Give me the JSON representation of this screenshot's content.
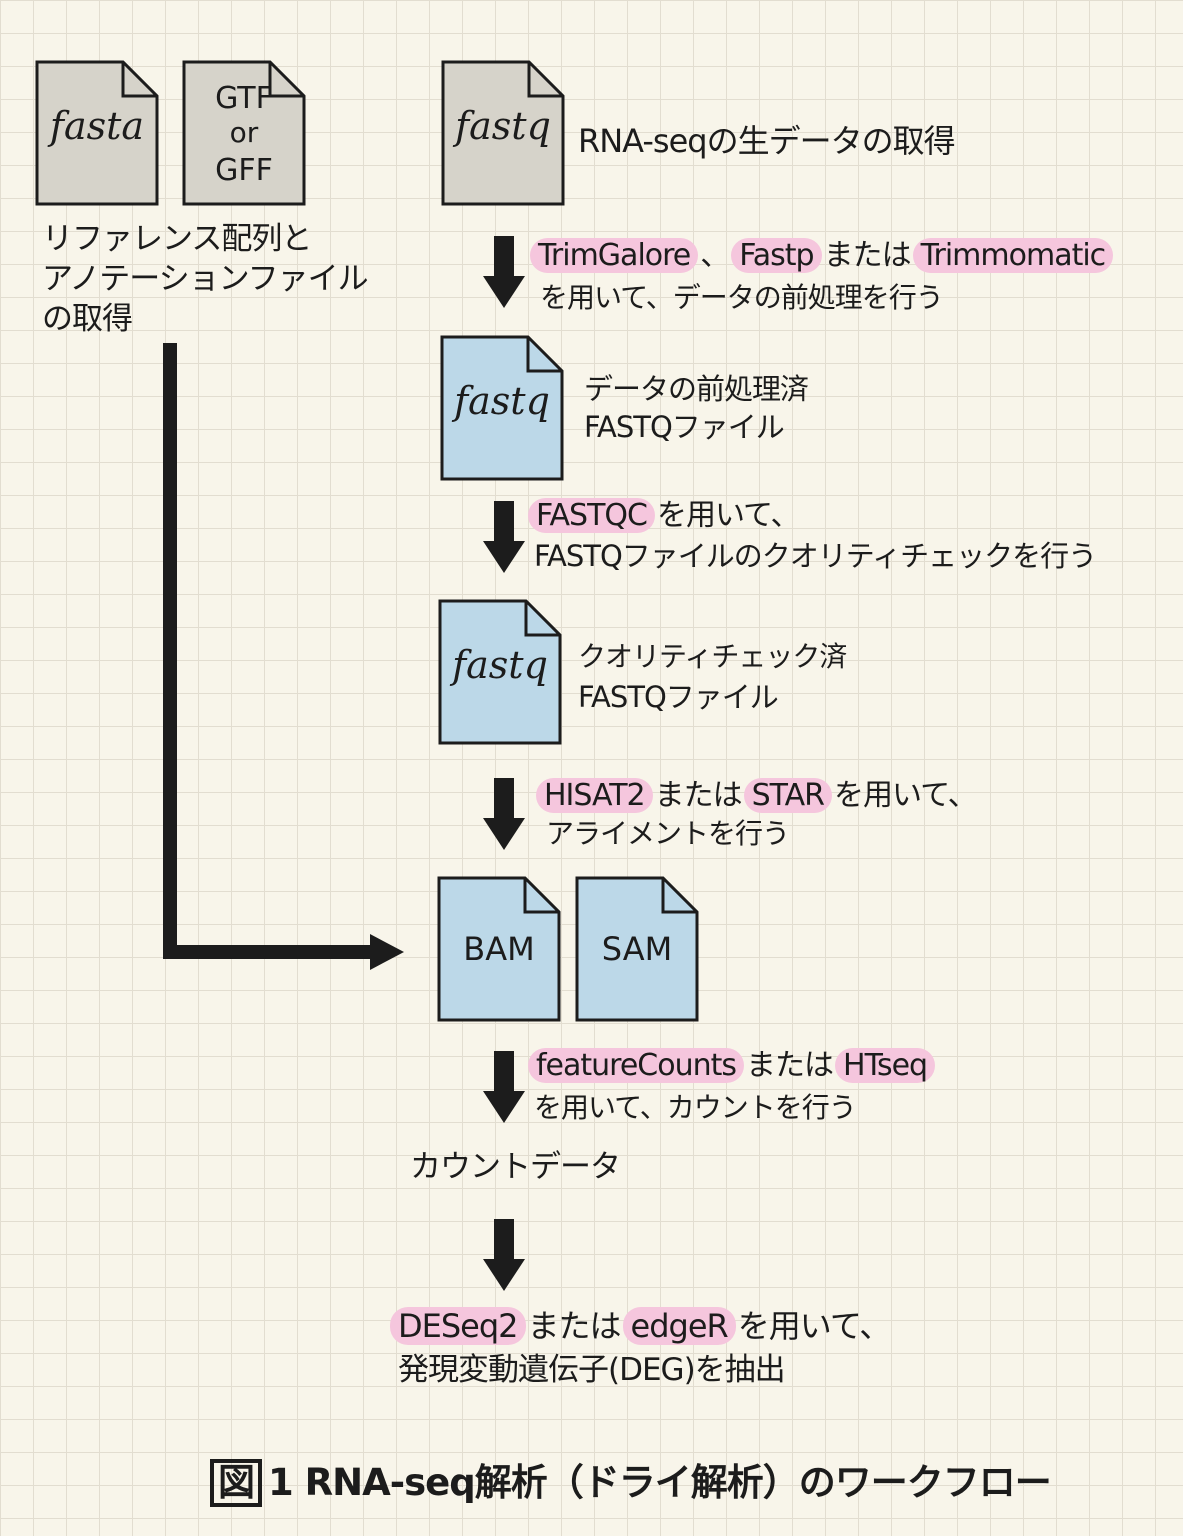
{
  "documents": {
    "fasta": "fasta",
    "gtf_line1": "GTF",
    "gtf_line2": "or",
    "gtf_line3": "GFF",
    "fastq_raw": "fastq",
    "fastq_preprocessed": "fastq",
    "fastq_qc": "fastq",
    "bam": "BAM",
    "sam": "SAM"
  },
  "reference_caption": [
    "リファレンス配列と",
    "アノテーションファイル",
    "の取得"
  ],
  "raw_caption": "RNA-seqの生データの取得",
  "preprocessed_caption": [
    "データの前処理済",
    "FASTQファイル"
  ],
  "qc_caption": [
    "クオリティチェック済",
    "FASTQファイル"
  ],
  "count_data": "カウントデータ",
  "steps": {
    "trim": {
      "tool1": "TrimGalore",
      "sep1": "、",
      "tool2": "Fastp",
      "mid": "または",
      "tool3": "Trimmomatic",
      "line2": "を用いて、データの前処理を行う"
    },
    "fastqc": {
      "tool1": "FASTQC",
      "rest1": "を用いて、",
      "line2": "FASTQファイルのクオリティチェックを行う"
    },
    "align": {
      "tool1": "HISAT2",
      "mid": "または",
      "tool2": "STAR",
      "rest1": "を用いて、",
      "line2": "アライメントを行う"
    },
    "count": {
      "tool1": "featureCounts",
      "mid": "または",
      "tool2": "HTseq",
      "line2": "を用いて、カウントを行う"
    },
    "deg": {
      "tool1": "DESeq2",
      "mid": "または",
      "tool2": "edgeR",
      "rest1": "を用いて、",
      "line2": "発現変動遺伝子(DEG)を抽出"
    }
  },
  "figure_title": {
    "prefix": "図",
    "number": "1",
    "text": "RNA-seq解析（ドライ解析）のワークフロー"
  },
  "colors": {
    "gray_doc": "#d6d3ca",
    "blue_doc": "#bcd8e8",
    "highlight": "#f5c6dd",
    "stroke": "#1c1c1c"
  }
}
